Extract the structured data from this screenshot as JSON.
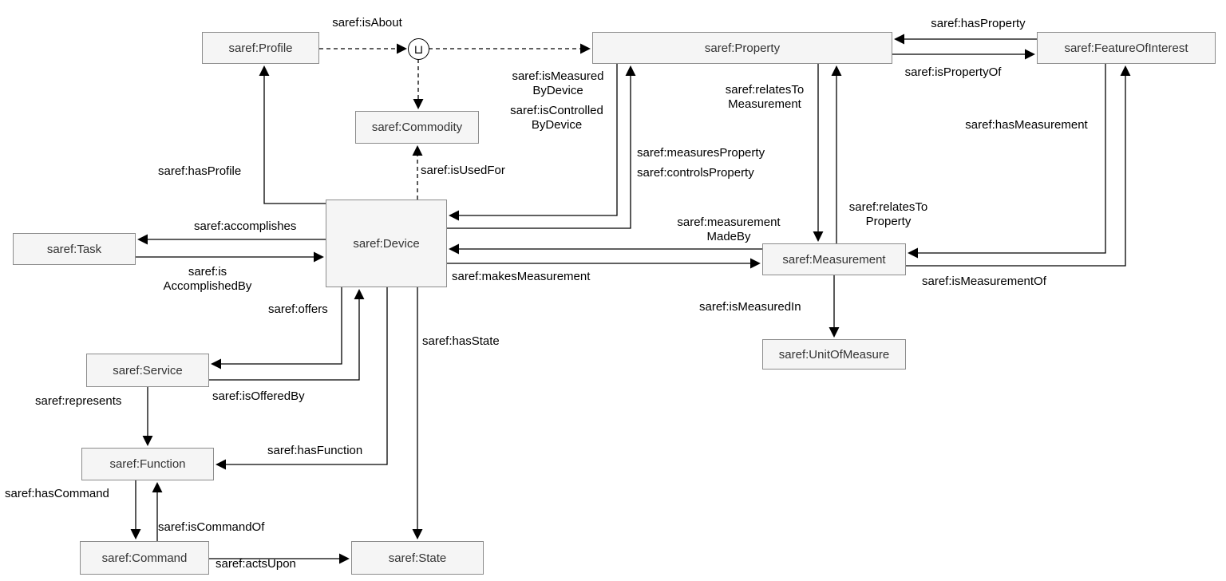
{
  "diagram": {
    "junction_symbol": "⊔",
    "colors": {
      "node_fill": "#f5f5f5",
      "node_border": "#8c8c8c",
      "node_text": "#333333",
      "edge_color": "#000000"
    },
    "nodes": {
      "profile": {
        "label": "saref:Profile"
      },
      "property": {
        "label": "saref:Property"
      },
      "feature_of_interest": {
        "label": "saref:FeatureOfInterest"
      },
      "commodity": {
        "label": "saref:Commodity"
      },
      "device": {
        "label": "saref:Device"
      },
      "task": {
        "label": "saref:Task"
      },
      "measurement": {
        "label": "saref:Measurement"
      },
      "unit_of_measure": {
        "label": "saref:UnitOfMeasure"
      },
      "service": {
        "label": "saref:Service"
      },
      "function": {
        "label": "saref:Function"
      },
      "command": {
        "label": "saref:Command"
      },
      "state": {
        "label": "saref:State"
      }
    },
    "edges": {
      "is_about": {
        "label": "saref:isAbout"
      },
      "has_property": {
        "label": "saref:hasProperty"
      },
      "is_property_of": {
        "label": "saref:isPropertyOf"
      },
      "is_measured_by_device": {
        "label": "saref:isMeasured\nByDevice"
      },
      "is_controlled_by_device": {
        "label": "saref:isControlled\nByDevice"
      },
      "relates_to_measurement": {
        "label": "saref:relatesTo\nMeasurement"
      },
      "measures_property": {
        "label": "saref:measuresProperty"
      },
      "controls_property": {
        "label": "saref:controlsProperty"
      },
      "has_measurement": {
        "label": "saref:hasMeasurement"
      },
      "measurement_made_by": {
        "label": "saref:measurement\nMadeBy"
      },
      "relates_to_property": {
        "label": "saref:relatesTo\nProperty"
      },
      "makes_measurement": {
        "label": "saref:makesMeasurement"
      },
      "is_measurement_of": {
        "label": "saref:isMeasurementOf"
      },
      "is_measured_in": {
        "label": "saref:isMeasuredIn"
      },
      "has_profile": {
        "label": "saref:hasProfile"
      },
      "is_used_for": {
        "label": "saref:isUsedFor"
      },
      "accomplishes": {
        "label": "saref:accomplishes"
      },
      "is_accomplished_by": {
        "label": "saref:is\nAccomplishedBy"
      },
      "offers": {
        "label": "saref:offers"
      },
      "is_offered_by": {
        "label": "saref:isOfferedBy"
      },
      "represents": {
        "label": "saref:represents"
      },
      "has_function": {
        "label": "saref:hasFunction"
      },
      "has_state": {
        "label": "saref:hasState"
      },
      "has_command": {
        "label": "saref:hasCommand"
      },
      "is_command_of": {
        "label": "saref:isCommandOf"
      },
      "acts_upon": {
        "label": "saref:actsUpon"
      }
    }
  }
}
